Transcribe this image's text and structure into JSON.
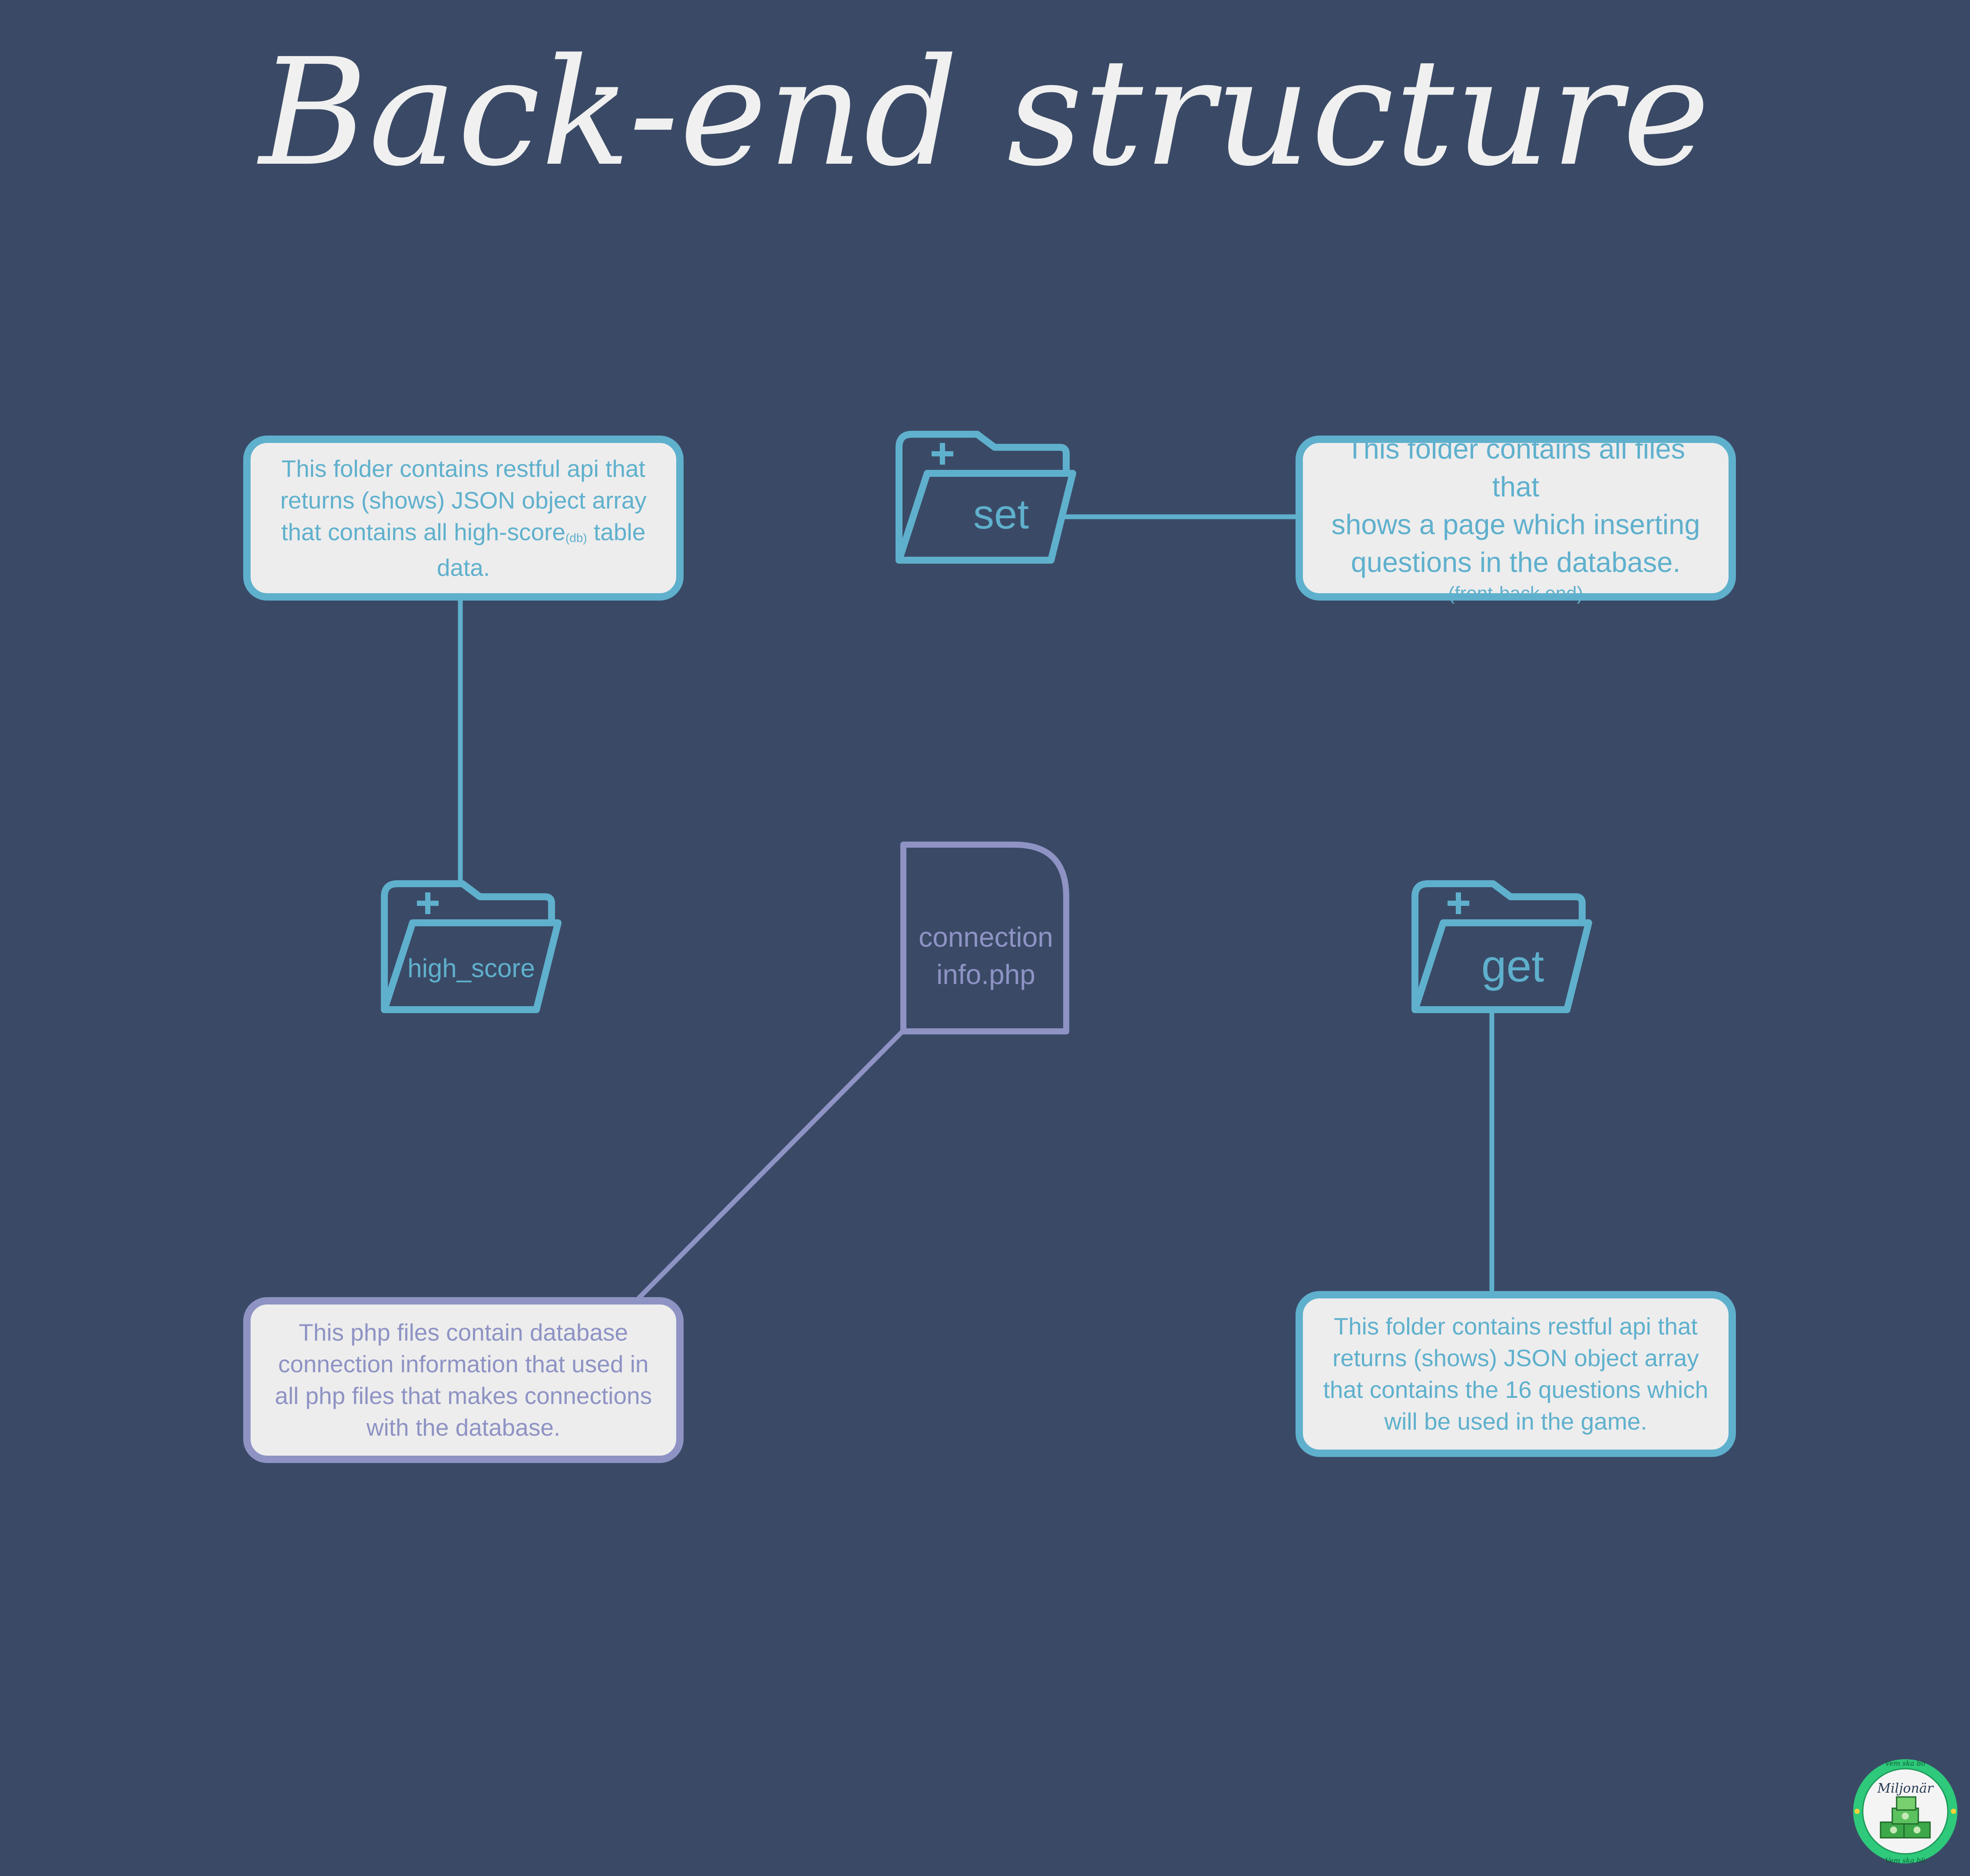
{
  "title": "Back-end structure",
  "nodes": {
    "set": {
      "label": "set"
    },
    "high_score": {
      "label": "high_score"
    },
    "get": {
      "label": "get"
    },
    "connection": {
      "line1": "connection",
      "line2": "info.php"
    }
  },
  "boxes": {
    "high_score_desc": {
      "line1": "This folder contains restful api that",
      "line2": "returns (shows) JSON object array",
      "line3_pre": "that contains all high-score",
      "line3_sub": "(db)",
      "line3_post": " table",
      "line4": "data."
    },
    "set_desc": {
      "line1": "This folder contains all files that",
      "line2": "shows a page which inserting",
      "line3": "questions in the database.",
      "line4": "(front-back end)"
    },
    "connection_desc": {
      "line1": "This php files contain database",
      "line2": "connection information that used in",
      "line3": "all php files that makes connections",
      "line4": "with the database."
    },
    "get_desc": {
      "line1": "This folder contains restful api that",
      "line2": "returns (shows) JSON object array",
      "line3": "that contains the 16 questions which",
      "line4": "will be used in the game."
    }
  },
  "badge": {
    "name": "Miljonär",
    "ring_text_top": "Vem ska bli",
    "ring_text_bottom": "Vem ska bli"
  },
  "colors": {
    "background": "#3a4a66",
    "folder_accent": "#5fb0cd",
    "file_accent": "#8e93c4",
    "box_fill": "#ededed",
    "title": "#f0f0f0",
    "badge_ring": "#2ec97a"
  }
}
